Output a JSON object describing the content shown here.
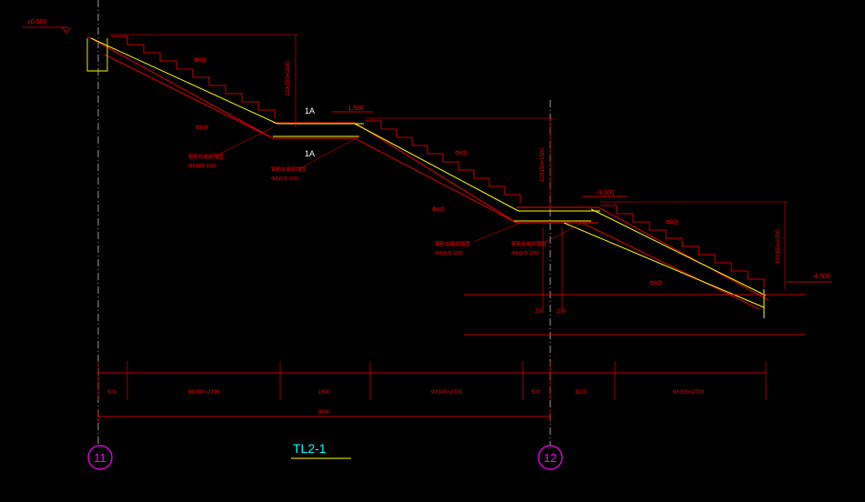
{
  "drawing": {
    "title": "TL2-1",
    "colors": {
      "background": "#000000",
      "structure": "#ff0000",
      "rebar": "#ffff00",
      "axis": "#ff00ff",
      "title": "#00ffff",
      "axis_line": "#ffffff"
    },
    "axes": [
      {
        "label": "11"
      },
      {
        "label": "12"
      }
    ],
    "elevations": [
      {
        "label": "±0.000"
      },
      {
        "label": "-1.500"
      },
      {
        "label": "-3.000"
      },
      {
        "label": "-4.500"
      }
    ],
    "flight_heights": [
      {
        "label": "10X150=1500"
      },
      {
        "label": "10X150=1500"
      },
      {
        "label": "10X150=1500"
      }
    ],
    "section_marks": [
      {
        "label": "1A"
      },
      {
        "label": "1A"
      }
    ],
    "rebar_labels": [
      {
        "label": "Φ8@"
      },
      {
        "label": "Φ8@"
      },
      {
        "label": "Φ8@"
      },
      {
        "label": "Φ8@"
      },
      {
        "label": "Φ8@"
      },
      {
        "label": "Φ8@"
      }
    ],
    "notes": [
      {
        "line1": "钢筋在端部锚固",
        "line2": "Φ8@(8-100)"
      },
      {
        "line1": "钢筋在端部锚固",
        "line2": "Φ8@(8-100)"
      },
      {
        "line1": "钢筋在端部锚固",
        "line2": "Φ8@(8-100)"
      },
      {
        "line1": "钢筋在端部锚固",
        "line2": "Φ8@(8-100)"
      }
    ],
    "dimensions_row1": [
      {
        "label": "500"
      },
      {
        "label": "9X300=2700"
      },
      {
        "label": "1600"
      },
      {
        "label": "9X300=2700"
      },
      {
        "label": "500"
      },
      {
        "label": "1100"
      },
      {
        "label": "9X300=2700"
      }
    ],
    "dimension_total": {
      "label": "8000"
    },
    "small_dims": [
      {
        "label": "200"
      },
      {
        "label": "200"
      }
    ]
  }
}
